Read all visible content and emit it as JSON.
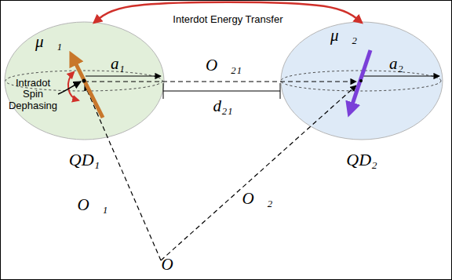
{
  "diagram": {
    "nodes": [
      {
        "text": [
          "QD₁"
        ]
      },
      {
        "text": [
          "QD₂"
        ]
      }
    ],
    "edges": [
      {
        "from": 0,
        "to": 1,
        "arrow": "both",
        "label": "Interdot Energy Transfer"
      }
    ],
    "labels": [
      "μ⃗₁",
      "μ⃗₂",
      "a₁",
      "a₂",
      "O⃗₂₁",
      "d₂₁",
      "Intradot Spin Dephasing",
      "O⃗₁",
      "O⃗₂",
      "O"
    ]
  }
}
